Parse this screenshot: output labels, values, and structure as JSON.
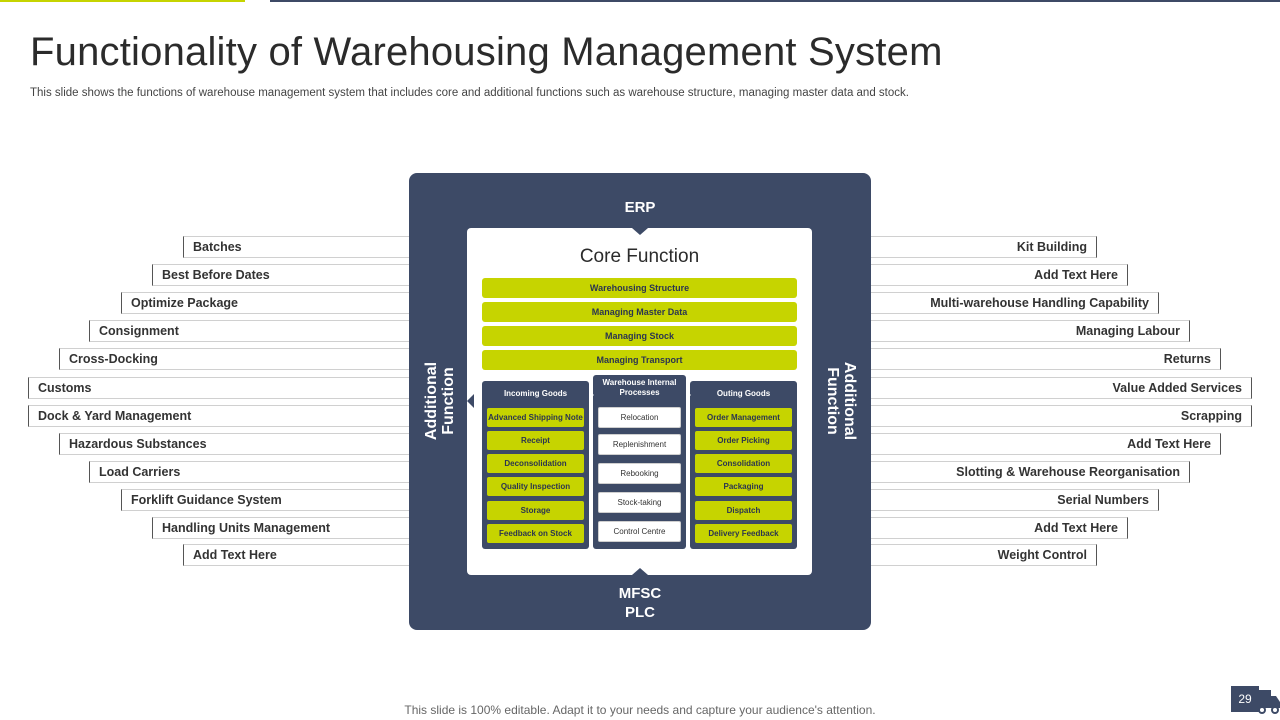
{
  "title": "Functionality of Warehousing Management System",
  "subtitle": "This slide shows the functions of warehouse management system that includes core and additional functions such as warehouse structure, managing master data and stock.",
  "left_items": [
    "Batches",
    "Best Before Dates",
    "Optimize Package",
    "Consignment",
    "Cross-Docking",
    "Customs",
    "Dock & Yard Management",
    "Hazardous Substances",
    "Load Carriers",
    "Forklift Guidance System",
    "Handling Units Management",
    "Add Text Here"
  ],
  "right_items": [
    "Kit Building",
    "Add Text Here",
    "Multi-warehouse Handling Capability",
    "Managing Labour",
    "Returns",
    "Value Added Services",
    "Scrapping",
    "Add Text Here",
    "Slotting & Warehouse Reorganisation",
    "Serial Numbers",
    "Add Text Here",
    "Weight Control"
  ],
  "diagram": {
    "top_label": "ERP",
    "bottom_label_1": "MFSC",
    "bottom_label_2": "PLC",
    "left_label_1": "Additional",
    "left_label_2": "Function",
    "right_label_1": "Additional",
    "right_label_2": "Function",
    "core_title": "Core Function",
    "core_bars": [
      "Warehousing Structure",
      "Managing Master Data",
      "Managing Stock",
      "Managing Transport"
    ],
    "incoming": {
      "header": "Incoming Goods",
      "items": [
        "Advanced Shipping Note",
        "Receipt",
        "Deconsolidation",
        "Quality Inspection",
        "Storage",
        "Feedback on Stock"
      ]
    },
    "internal": {
      "header_1": "Warehouse Internal",
      "header_2": "Processes",
      "items": [
        "Relocation",
        "Replenishment",
        "Rebooking",
        "Stock-taking",
        "Control Centre"
      ]
    },
    "outgoing": {
      "header": "Outing Goods",
      "items": [
        "Order Management",
        "Order Picking",
        "Consolidation",
        "Packaging",
        "Dispatch",
        "Delivery Feedback"
      ]
    }
  },
  "footer": "This slide is 100% editable. Adapt it to your needs and capture your audience's attention.",
  "page_number": "29",
  "colors": {
    "navy": "#3d4a66",
    "lime": "#c6d400"
  }
}
